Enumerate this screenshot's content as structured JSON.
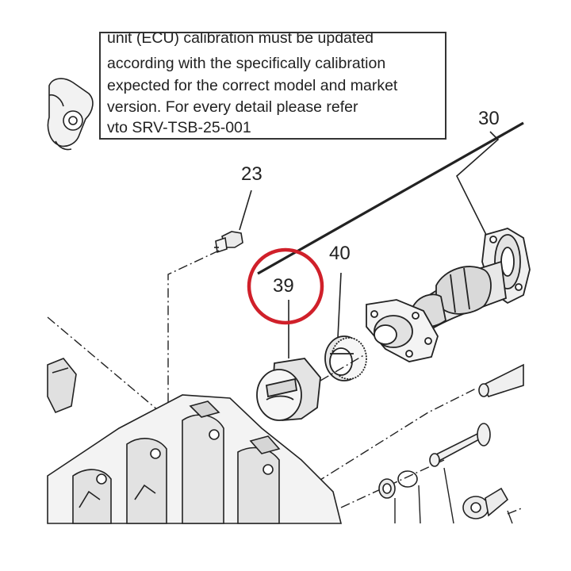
{
  "note": {
    "lines": [
      "unit (ECU) calibration must be updated",
      "according with the specifically calibration",
      "expected for the correct model and market",
      "version. For every detail please refer",
      "vto SRV-TSB-25-001"
    ]
  },
  "callouts": {
    "part_30": "30",
    "part_23": "23",
    "part_40": "40",
    "part_39": "39"
  },
  "colors": {
    "highlight_circle": "#d0202a",
    "line_art": "#222222",
    "background": "#ffffff"
  },
  "icons": {
    "part_23": "bolt-icon",
    "part_39": "cam-cap-icon",
    "part_40": "ring-gear-icon",
    "part_30": "camshaft-icon"
  }
}
